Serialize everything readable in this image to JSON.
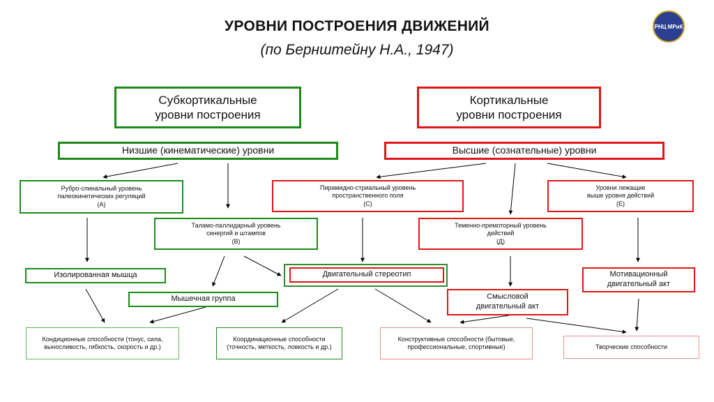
{
  "title": "УРОВНИ ПОСТРОЕНИЯ ДВИЖЕНИЙ",
  "subtitle": "(по Бернштейну Н.А., 1947)",
  "logo_text": "РНЦ МРиК",
  "colors": {
    "green": "#1b8a1b",
    "red": "#e01515",
    "logo": "#2a3f8f"
  },
  "nodes": {
    "subcortical": "Субкортикальные\nуровни построения",
    "cortical": "Кортикальные\nуровни построения",
    "lower": "Низшие (кинематические) уровни",
    "higher": "Высшие (сознательные) уровни",
    "level_a": "Рубро-спинальный уровень\nпалеокинетических регуляций\n(А)",
    "level_b": "Таламо-паллидарный уровень\nсинергий и штампов\n(В)",
    "level_c": "Пирамидно-стриальный уровень\nпространственного поля\n(С)",
    "level_d": "Теменно-премоторный уровень\nдействий\n(Д)",
    "level_e": "Уровни лежащие\nвыше уровня действий\n(Е)",
    "isolated_muscle": "Изолированная мышца",
    "muscle_group": "Мышечная группа",
    "motor_stereotype": "Двигательный стереотип",
    "semantic_act": "Смысловой\nдвигательный акт",
    "motivational_act": "Мотивационный\nдвигательный акт",
    "conditional": "Кондиционные способности (тонус, сила,\nвыносливость, гибкость, скорость и др.)",
    "coordination": "Координационные способности\n(точность, меткость, ловкость и др.)",
    "constructive": "Конструктивные способности (бытовые,\nпрофессиональные, спортивные)",
    "creative": "Творческие способности"
  }
}
